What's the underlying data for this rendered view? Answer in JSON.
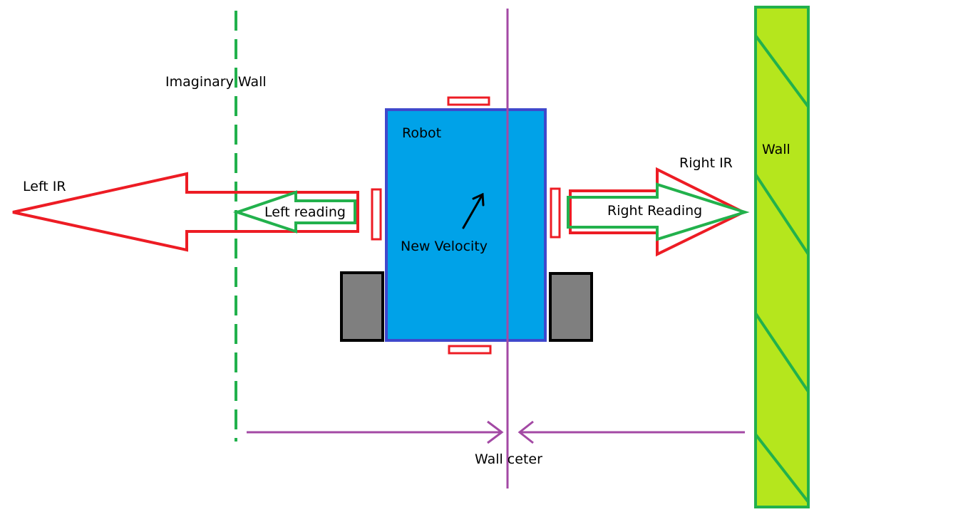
{
  "labels": {
    "imaginary_wall": "Imaginary Wall",
    "robot": "Robot",
    "wall": "Wall",
    "left_ir": "Left IR",
    "right_ir": "Right IR",
    "left_reading": "Left reading",
    "right_reading": "Right Reading",
    "new_velocity": "New Velocity",
    "wall_center": "Wall ceter"
  },
  "colors": {
    "robot_fill": "#00a2e8",
    "robot_border": "#3f48cc",
    "ir_arrow": "#ed1c24",
    "reading_arrow": "#22b14c",
    "wall_fill": "#b5e61d",
    "wall_border": "#22b14c",
    "center_line": "#a349a4",
    "wheel_fill": "#7f7f7f",
    "wheel_border": "#000000",
    "velocity_arrow": "#000000"
  }
}
